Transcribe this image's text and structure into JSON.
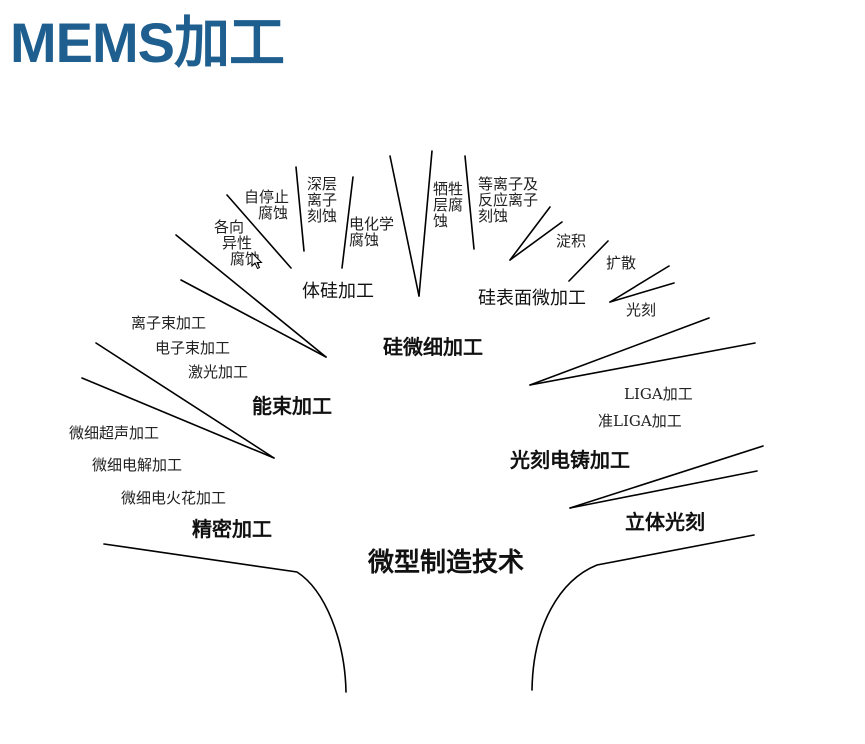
{
  "title": "MEMS加工",
  "root": "微型制造技术",
  "branches": {
    "silicon": {
      "name": "硅微细加工",
      "bulk": {
        "name": "体硅加工",
        "items": [
          [
            "各向",
            "异性",
            "腐蚀"
          ],
          [
            "自停止",
            "腐蚀"
          ],
          [
            "深层",
            "离子",
            "刻蚀"
          ],
          [
            "电化学",
            "腐蚀"
          ]
        ]
      },
      "surface": {
        "name": "硅表面微加工",
        "items": [
          [
            "牺牲",
            "层腐",
            "蚀"
          ],
          [
            "等离子及",
            "反应离子",
            "刻蚀"
          ],
          [
            "淀积"
          ],
          [
            "扩散"
          ],
          [
            "光刻"
          ]
        ]
      }
    },
    "beam": {
      "name": "能束加工",
      "items": [
        "离子束加工",
        "电子束加工",
        "激光加工"
      ]
    },
    "precision": {
      "name": "精密加工",
      "items": [
        "微细超声加工",
        "微细电解加工",
        "微细电火花加工"
      ]
    },
    "liga": {
      "name": "光刻电铸加工",
      "items": [
        "LIGA加工",
        "准LIGA加工"
      ]
    },
    "stereo": {
      "name": "立体光刻"
    }
  }
}
